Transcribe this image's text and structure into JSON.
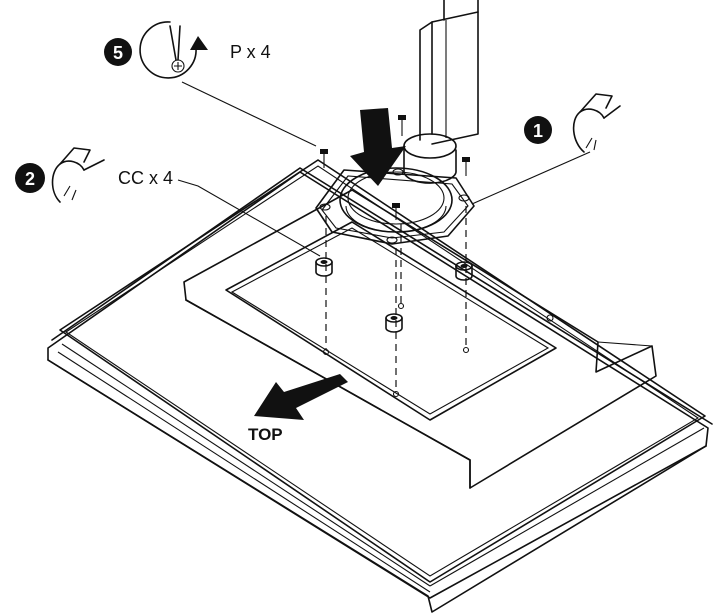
{
  "step5": {
    "number": "5",
    "label": "P x 4",
    "icon": "screwdriver-rotate-icon"
  },
  "step1": {
    "number": "1",
    "icon": "hand-pinch-icon"
  },
  "step2": {
    "number": "2",
    "label": "CC x 4",
    "icon": "hand-pinch-icon"
  },
  "direction": {
    "label": "TOP"
  },
  "colors": {
    "ink": "#111111",
    "paper": "#ffffff"
  }
}
